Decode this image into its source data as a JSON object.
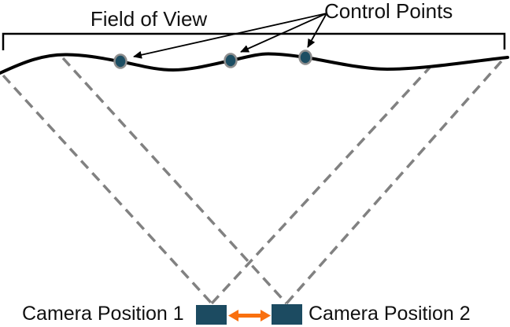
{
  "labels": {
    "field_of_view": "Field of View",
    "control_points": "Control Points",
    "camera_position_1": "Camera Position 1",
    "camera_position_2": "Camera Position 2"
  },
  "icons": {
    "control_point_marker": "filled-teal-circle-with-gray-ring",
    "camera_marker": "filled-teal-rectangle",
    "baseline_arrow": "orange-double-headed-arrow",
    "annotation_arrows": "black-thin-arrows-pointing-to-control-points",
    "field_of_view_bracket": "black-square-bracket-span",
    "frustum_lines": "gray-dashed-view-frustum-edges"
  },
  "colors": {
    "marker_teal": "#1D4E63",
    "frustum_gray": "#818181",
    "arrow_orange": "#F9700F",
    "line_black": "#000000",
    "text_color": "#111111",
    "background": "#FFFFFF"
  },
  "counts": {
    "control_points": 3,
    "cameras": 2
  }
}
